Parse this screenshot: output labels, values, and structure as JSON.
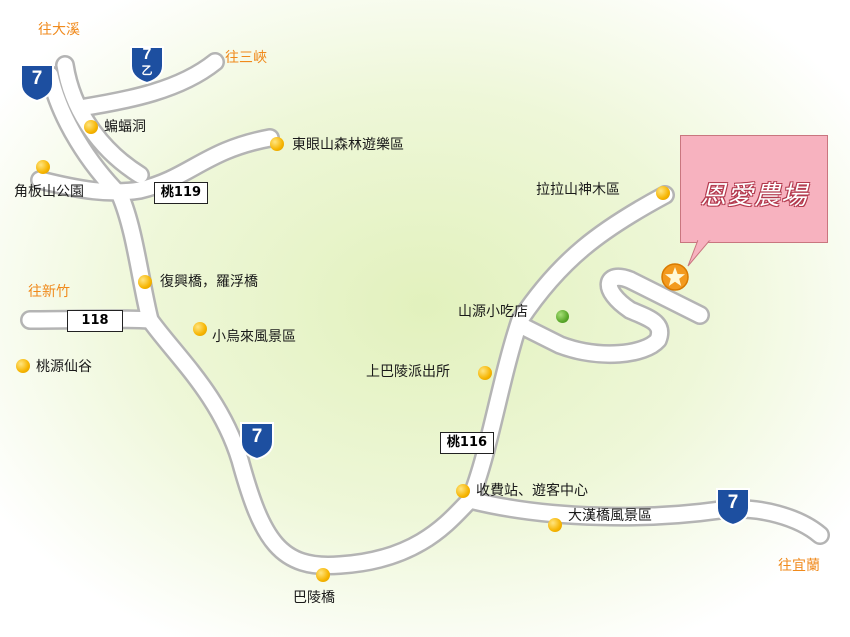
{
  "farm": {
    "name": "恩愛農場"
  },
  "directions": {
    "daxi": "往大溪",
    "sanxia": "往三峽",
    "hsinchu": "往新竹",
    "yilan": "往宜蘭"
  },
  "routes": {
    "tao119": "桃119",
    "r118": "118",
    "tao116": "桃116",
    "hwy7": "7",
    "hwy7b_num": "7",
    "hwy7b_sub": "乙"
  },
  "places": {
    "bat_cave": "蝙蝠洞",
    "dongyan": "東眼山森林遊樂區",
    "jiaoban": "角板山公園",
    "fuxing": "復興橋，羅浮橋",
    "xiaowulai": "小烏來風景區",
    "taoyuan_valley": "桃源仙谷",
    "lala": "拉拉山神木區",
    "shanyuan": "山源小吃店",
    "shangbaling": "上巴陵派出所",
    "toll": "收費站、遊客中心",
    "dahan": "大漢橋風景區",
    "baling": "巴陵橋"
  },
  "colors": {
    "road_outline": "#b8b8b8",
    "road_fill": "#ffffff",
    "direction_text": "#f08a1c",
    "shield": "#1d4fa0",
    "callout_fill": "#f7b2bf",
    "poi_dot": "#f6b400",
    "poi_dot_green": "#5aa82a",
    "background_glow": "#e8f4c9"
  }
}
